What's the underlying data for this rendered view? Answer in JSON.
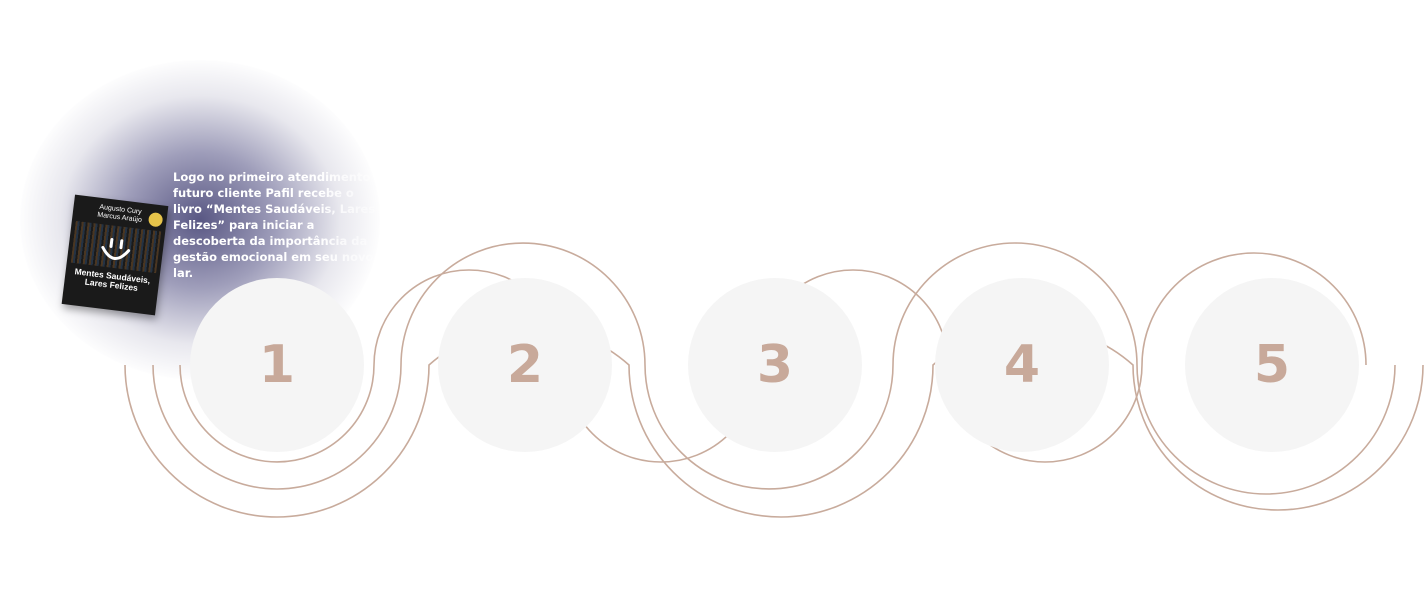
{
  "steps": [
    {
      "number": "1"
    },
    {
      "number": "2"
    },
    {
      "number": "3"
    },
    {
      "number": "4"
    },
    {
      "number": "5"
    }
  ],
  "book": {
    "author_1": "Augusto Cury",
    "author_2": "Marcus Araújo",
    "title_line_1": "Mentes Saudáveis,",
    "title_line_2": "Lares Felizes"
  },
  "caption": {
    "text": "Logo no primeiro atendimento o futuro cliente Pafil recebe o livro “Mentes Saudáveis, Lares Felizes” para iniciar a descoberta da importância da gestão emocional em seu novo lar."
  },
  "colors": {
    "accent": "#c8a99a",
    "circle_bg": "#f5f5f5",
    "glow": "#3c3a6e"
  }
}
